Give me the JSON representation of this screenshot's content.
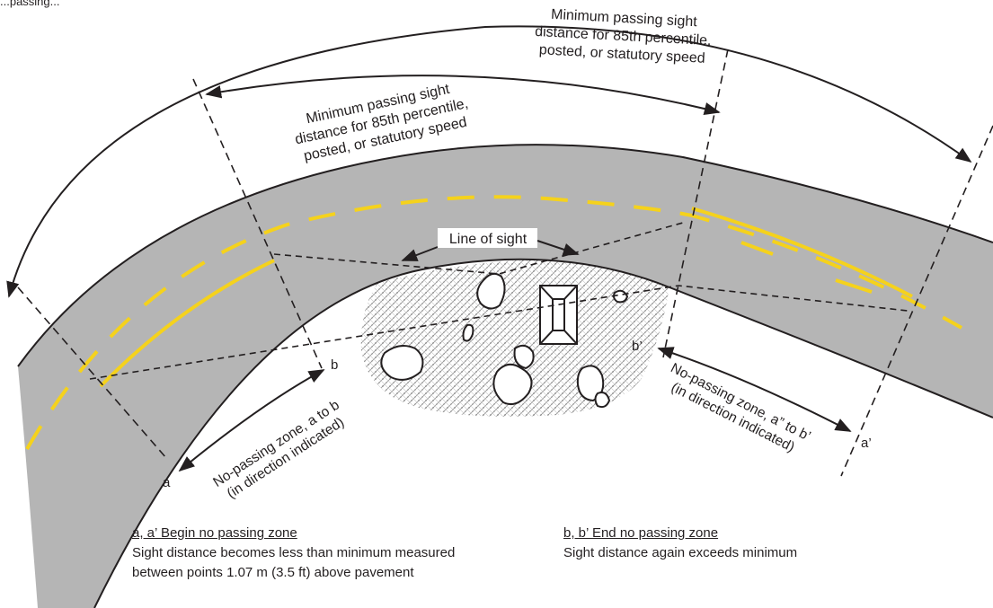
{
  "header_text": "...passing...",
  "labels": {
    "min_distance_left": [
      "Minimum passing sight",
      "distance for 85th percentile,",
      "posted, or statutory speed"
    ],
    "min_distance_right": [
      "Minimum passing sight",
      "distance for 85th percentile,",
      "posted, or statutory speed"
    ],
    "line_of_sight": "Line of sight",
    "zone_left": [
      "No-passing zone, a to b",
      "(in direction indicated)"
    ],
    "zone_right": [
      "No-passing zone, a” to b’",
      "(in direction indicated)"
    ],
    "point_a": "a",
    "point_b": "b",
    "point_a_prime": "a’",
    "point_b_prime": "b’"
  },
  "legend": {
    "left_title": "a, a’  Begin no passing zone",
    "left_text": "Sight distance becomes less than minimum measured between points 1.07 m (3.5 ft) above pavement",
    "right_title": "b, b’  End no passing zone",
    "right_text": "Sight distance again exceeds minimum"
  },
  "colors": {
    "pavement": "#b5b5b5",
    "edge": "#231f20",
    "center_line": "#f5d21c",
    "ground_speckle": "#d9d9d9"
  }
}
